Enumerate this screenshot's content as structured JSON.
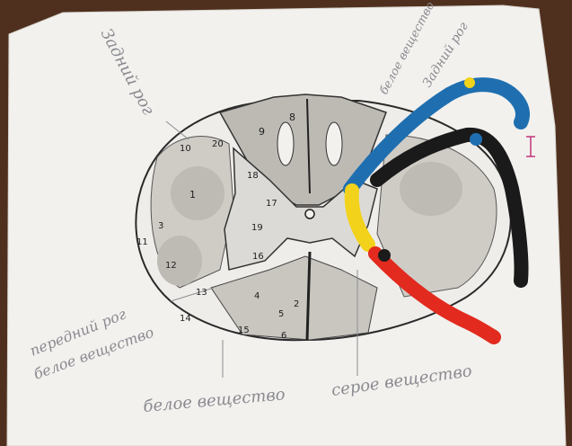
{
  "handwritten": {
    "top_left": "Задний рог",
    "top_right_1": "Задний рог",
    "top_right_2": "белое вещество",
    "bottom_left_1": "передний рог",
    "bottom_left_2": "белое вещество",
    "bottom_center": "белое вещество",
    "bottom_right": "серое вещество"
  },
  "numbers": {
    "n1": "1",
    "n2": "2",
    "n3": "3",
    "n4": "4",
    "n5": "5",
    "n6": "6",
    "n8": "8",
    "n9": "9",
    "n10": "10",
    "n11": "11",
    "n12": "12",
    "n13": "13",
    "n14": "14",
    "n15": "15",
    "n16": "16",
    "n17": "17",
    "n18": "18",
    "n19": "19",
    "n20": "20"
  },
  "colors": {
    "wood": "#4a2c1c",
    "paper": "#f3f1ee",
    "blue": "#1f6fb0",
    "yellow": "#f2d21a",
    "black": "#1a1a1a",
    "red": "#e22a1e",
    "pink_ink": "#c2347a"
  }
}
